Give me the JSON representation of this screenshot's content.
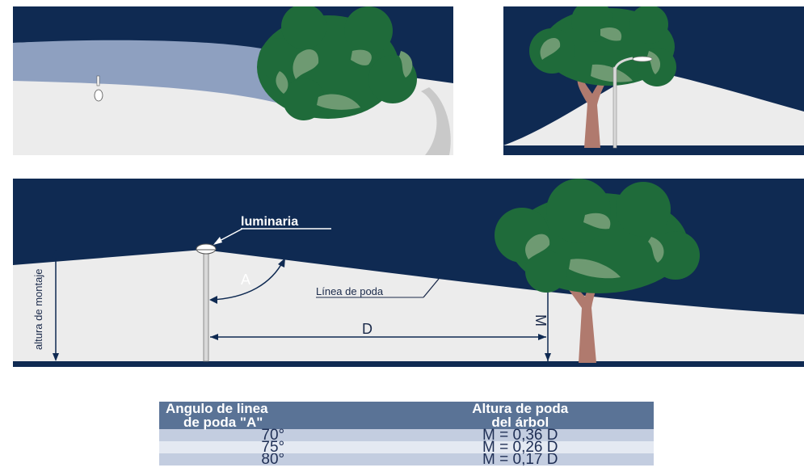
{
  "diagram": {
    "luminaria_label": "luminaria",
    "altura_label": "altura de montaje",
    "angle_label": "A",
    "linea_poda_label": "Línea de poda",
    "distance_label": "D",
    "height_label": "M"
  },
  "table": {
    "header_col1_line1": "Angulo de linea",
    "header_col1_line2": "de poda \"A\"",
    "header_col2_line1": "Altura de poda",
    "header_col2_line2": "del árbol",
    "rows": [
      {
        "angle": "70°",
        "height": "M = 0,36 D"
      },
      {
        "angle": "75°",
        "height": "M = 0,26 D"
      },
      {
        "angle": "80°",
        "height": "M = 0,17 D"
      }
    ]
  },
  "colors": {
    "night_sky": "#0f2a52",
    "ground": "#ececec",
    "light_cone": "#8ea0c0",
    "tree_green": "#1f6b3a",
    "tree_light": "#6e9a72",
    "trunk": "#b07a6e",
    "header_blue": "#5a7396"
  }
}
